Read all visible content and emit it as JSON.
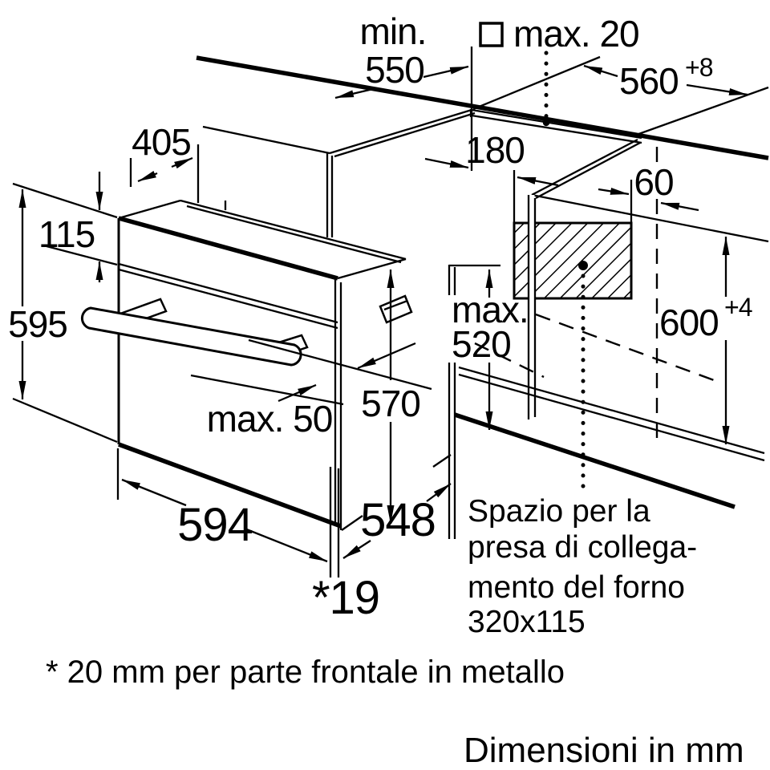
{
  "oven_diagram": {
    "dimensions": {
      "worktop_depth": {
        "prefix": "min.",
        "value": "550"
      },
      "wall_gap": {
        "label": "max. 20"
      },
      "niche_width": {
        "value": "560",
        "tolerance": "+8"
      },
      "control_panel_depth": "405",
      "control_panel_height": "115",
      "oven_height": "595",
      "socket_offset": "180",
      "socket_margin": "60",
      "recess_depth": {
        "line1": "max.",
        "line2": "520"
      },
      "body_depth": "570",
      "niche_height": {
        "value": "600",
        "tolerance": "+4"
      },
      "handle_clearance": "max. 50",
      "oven_width": "594",
      "body_width": "548",
      "front_strip": "*19"
    },
    "socket_note": {
      "line1": "Spazio per la",
      "line2": "presa di collega-",
      "line3": "mento del forno",
      "line4": "320x115"
    },
    "footnote": "* 20 mm per parte frontale in metallo",
    "units_label": "Dimensioni in mm",
    "colors": {
      "line": "#000000",
      "background": "#ffffff"
    }
  }
}
